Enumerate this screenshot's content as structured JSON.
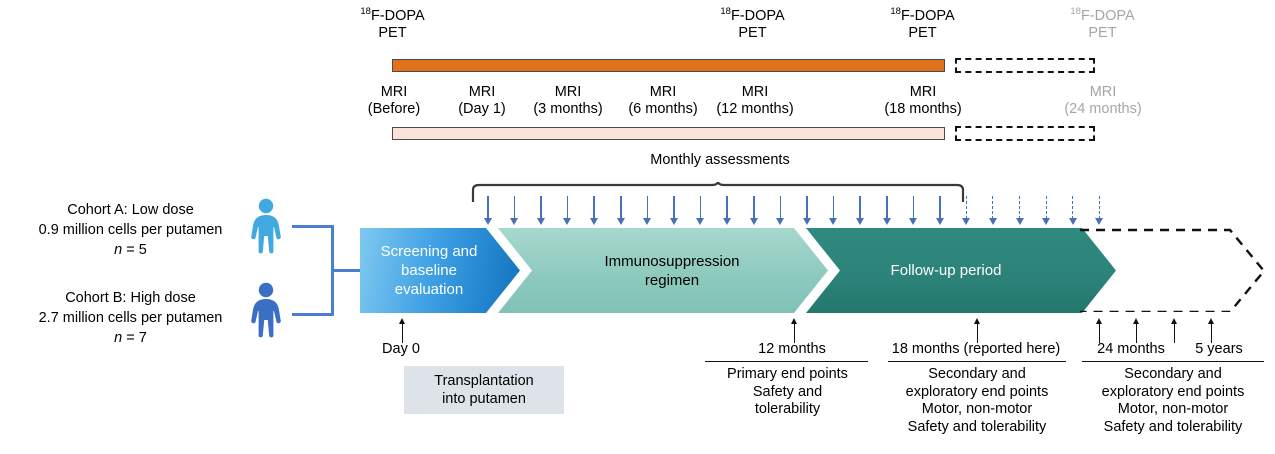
{
  "figure": {
    "title": "Clinical trial design timeline",
    "colors": {
      "pet_bar": "#E2711D",
      "mri_bar": "#FBE2D8",
      "screening_chevron": "#1073BE",
      "immunosuppression_chevron": "#8ECABE",
      "followup_chevron": "#2C8278",
      "cohort_a": "#3FA9E0",
      "cohort_b": "#3A6FC4",
      "assessment_arrow": "#4472B4",
      "transplant_box": "#DDE3E8",
      "future_gray": "#A6A6A6"
    }
  },
  "imaging": {
    "pet_label_sup": "18",
    "pet_label_main": "F-DOPA",
    "pet_label_line2": "PET",
    "pet_timepoints": [
      {
        "id": "pet-baseline",
        "sup": "18",
        "name": "F-DOPA",
        "line2": "PET",
        "future": false
      },
      {
        "id": "pet-12m",
        "sup": "18",
        "name": "F-DOPA",
        "line2": "PET",
        "future": false
      },
      {
        "id": "pet-18m",
        "sup": "18",
        "name": "F-DOPA",
        "line2": "PET",
        "future": false
      },
      {
        "id": "pet-24m",
        "sup": "18",
        "name": "F-DOPA",
        "line2": "PET",
        "future": true
      }
    ],
    "mri_timepoints": [
      {
        "id": "mri-before",
        "line1": "MRI",
        "line2": "(Before)",
        "future": false
      },
      {
        "id": "mri-day1",
        "line1": "MRI",
        "line2": "(Day 1)",
        "future": false
      },
      {
        "id": "mri-3m",
        "line1": "MRI",
        "line2": "(3 months)",
        "future": false
      },
      {
        "id": "mri-6m",
        "line1": "MRI",
        "line2": "(6 months)",
        "future": false
      },
      {
        "id": "mri-12m",
        "line1": "MRI",
        "line2": "(12 months)",
        "future": false
      },
      {
        "id": "mri-18m",
        "line1": "MRI",
        "line2": "(18 months)",
        "future": false
      },
      {
        "id": "mri-24m",
        "line1": "MRI",
        "line2": "(24 months)",
        "future": true
      }
    ]
  },
  "assessments": {
    "brace_label": "Monthly assessments",
    "solid_arrow_count": 18,
    "dashed_arrow_count": 6
  },
  "cohorts": [
    {
      "id": "cohort-a",
      "line1": "Cohort A: Low dose",
      "line2": "0.9 million cells per putamen",
      "n_italic": "n",
      "n_value": " = 5"
    },
    {
      "id": "cohort-b",
      "line1": "Cohort B: High dose",
      "line2": "2.7 million cells per putamen",
      "n_italic": "n",
      "n_value": " = 7"
    }
  ],
  "phases": [
    {
      "id": "phase-screening",
      "label": "Screening and\nbaseline\nevaluation",
      "future": false
    },
    {
      "id": "phase-immunosuppression",
      "label": "Immunosuppression\nregimen",
      "future": false
    },
    {
      "id": "phase-followup",
      "label": "Follow-up period",
      "future": false
    },
    {
      "id": "phase-extension",
      "label": "",
      "future": true
    }
  ],
  "transplant": {
    "day_label": "Day 0",
    "box_line1": "Transplantation",
    "box_line2": "into putamen"
  },
  "endpoints": [
    {
      "id": "endpoint-12m",
      "time_label": "12 months",
      "lines": [
        "Primary end points",
        "Safety and",
        "tolerability"
      ]
    },
    {
      "id": "endpoint-18m",
      "time_label": "18 months (reported here)",
      "lines": [
        "Secondary and",
        "exploratory end points",
        "Motor, non-motor",
        "Safety and tolerability"
      ]
    },
    {
      "id": "endpoint-24m-5y",
      "time_label_a": "24 months",
      "time_label_b": "5 years",
      "lines": [
        "Secondary and",
        "exploratory end points",
        "Motor, non-motor",
        "Safety and tolerability"
      ]
    }
  ]
}
